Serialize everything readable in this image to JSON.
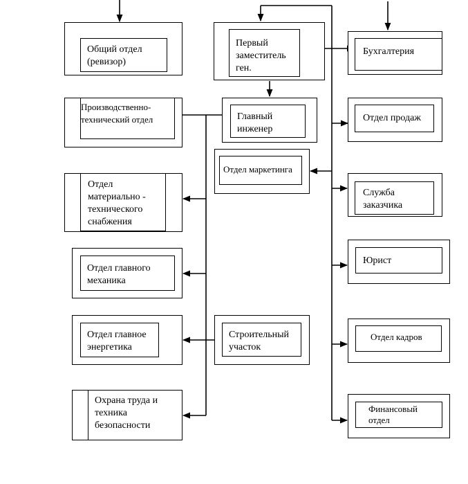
{
  "boxes": {
    "general": "Общий отдел\n(ревизор)",
    "first_deputy": "Первый\nзаместитель\nген.",
    "accounting": "Бухгалтерия",
    "production_tech": "Производственно-\nтехнический отдел",
    "chief_engineer": "Главный\nинженер",
    "sales": "Отдел продаж",
    "marketing": "Отдел маркетинга",
    "supply": "Отдел\nматериально -\nтехнического\nснабжения",
    "customer_service": "Служба\nзаказчика",
    "chief_mechanic": "Отдел главного\nмеханика",
    "lawyer": "Юрист",
    "chief_power": "Отдел главное\nэнергетика",
    "construction": "Строительный\nучасток",
    "hr": "Отдел кадров",
    "safety": "Охрана труда и\nтехника\nбезопасности",
    "finance": "Финансовый\nотдел"
  }
}
